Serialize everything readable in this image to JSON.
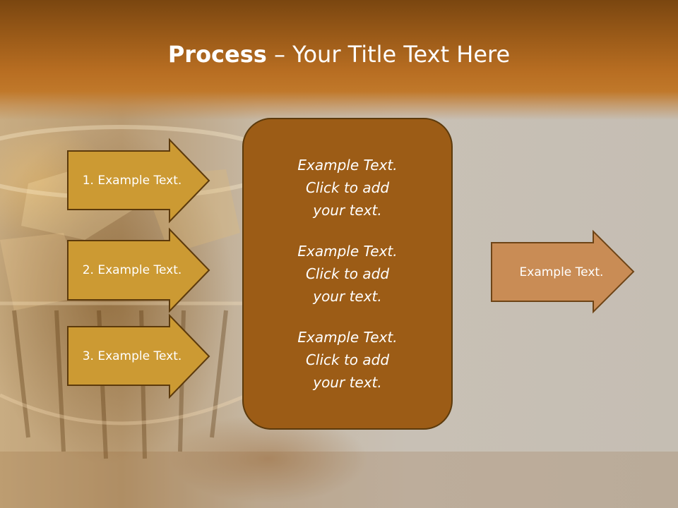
{
  "title": {
    "bold": "Process",
    "dash": " – ",
    "rest": "Your Title Text Here"
  },
  "steps": [
    {
      "label": "1. Example Text."
    },
    {
      "label": "2. Example Text."
    },
    {
      "label": "3. Example Text."
    }
  ],
  "center_blocks": [
    {
      "lines": [
        "Example Text.",
        "Click  to add",
        "your text."
      ]
    },
    {
      "lines": [
        "Example Text.",
        "Click  to add",
        "your text."
      ]
    },
    {
      "lines": [
        "Example Text.",
        "Click  to add",
        "your text."
      ]
    }
  ],
  "output": {
    "label": "Example Text."
  },
  "colors": {
    "header": "#b06a20",
    "step_arrow_fill": "#cc9a33",
    "step_arrow_stroke": "#5c3a0c",
    "center_fill": "#9c5c16",
    "center_stroke": "#5c3a0c",
    "output_fill": "#c98c55",
    "output_stroke": "#6e4416"
  }
}
